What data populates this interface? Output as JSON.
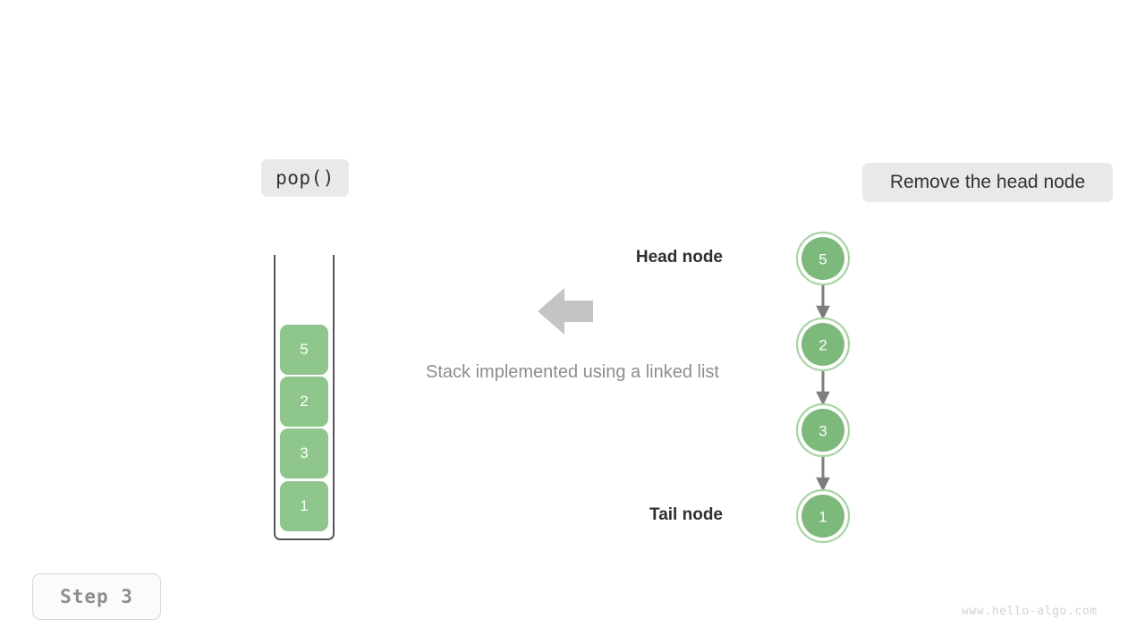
{
  "meta": {
    "watermark": "www.hello-algo.com",
    "step_badge": "Step 3",
    "background": "#ffffff"
  },
  "operation": {
    "label": "pop()",
    "badge_color": "#e9e9e9"
  },
  "caption": {
    "label": "Remove the head node",
    "badge_color": "#e9e9e9"
  },
  "stack": {
    "title": "Stack implemented using a linked list",
    "items": [
      {
        "value": "5"
      },
      {
        "value": "2"
      },
      {
        "value": "3"
      },
      {
        "value": "1"
      }
    ],
    "cell_color": "#8ec68c",
    "border_color": "#555555"
  },
  "arrow": {
    "icon": "arrow-left-icon",
    "color": "#c4c4c4"
  },
  "linked_list": {
    "head_label": "Head node",
    "tail_label": "Tail node",
    "node_fill": "#7db97b",
    "node_ring": "#a9d3a6",
    "link_color": "#7d7d7d",
    "nodes": [
      {
        "value": "5",
        "role": "head"
      },
      {
        "value": "2",
        "role": "middle"
      },
      {
        "value": "3",
        "role": "middle"
      },
      {
        "value": "1",
        "role": "tail"
      }
    ]
  }
}
